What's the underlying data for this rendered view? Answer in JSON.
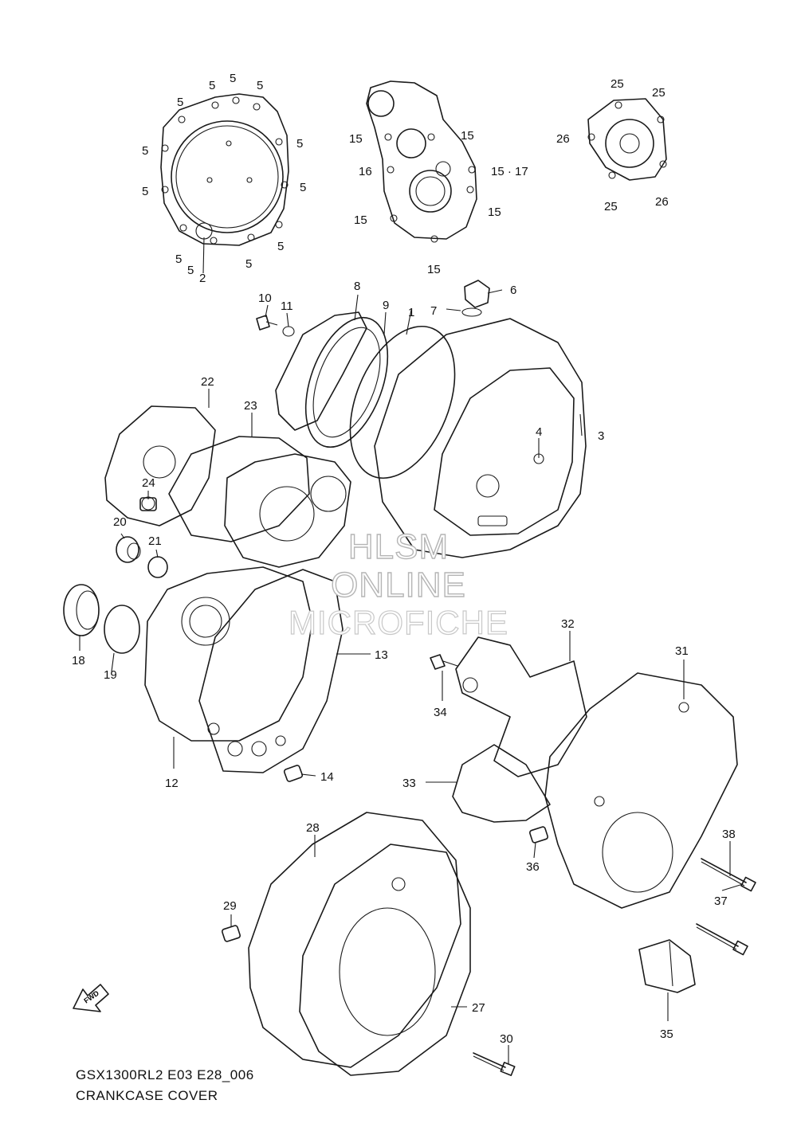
{
  "watermark": {
    "line1": "HLSM",
    "line2": "ONLINE",
    "line3": "MICROFICHE"
  },
  "caption": {
    "model_code": "GSX1300RL2 E03 E28_006",
    "title": "CRANKCASE COVER"
  },
  "fwd_arrow_label": "FWD",
  "callouts": {
    "c1": "1",
    "c2": "2",
    "c3": "3",
    "c4": "4",
    "c6": "6",
    "c7": "7",
    "c8": "8",
    "c9": "9",
    "c10": "10",
    "c11": "11",
    "c12": "12",
    "c13": "13",
    "c14": "14",
    "c16": "16",
    "c15_17": "15 · 17",
    "c18": "18",
    "c19": "19",
    "c20": "20",
    "c21": "21",
    "c22": "22",
    "c23": "23",
    "c24": "24",
    "c27": "27",
    "c28": "28",
    "c29": "29",
    "c30": "30",
    "c31": "31",
    "c32": "32",
    "c33": "33",
    "c34": "34",
    "c35": "35",
    "c36": "36",
    "c37": "37",
    "c38": "38",
    "c5": "5",
    "c15": "15",
    "c25": "25",
    "c26": "26"
  }
}
